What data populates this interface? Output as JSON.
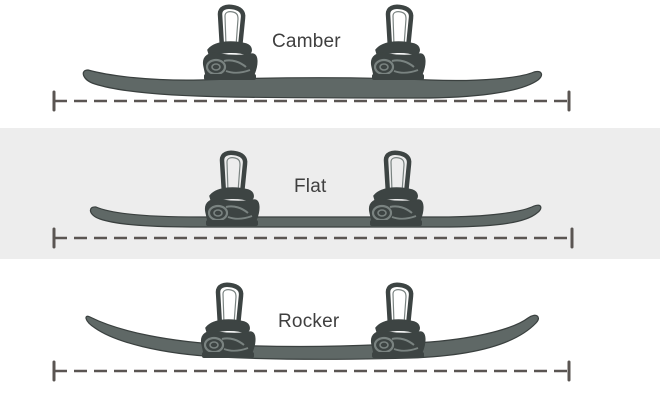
{
  "colors": {
    "board": "#5f6866",
    "board_outline": "#3a403f",
    "binding": "#3d4443",
    "binding_light": "#7a8381",
    "baseline": "#5a5552",
    "band": "#ededed",
    "label": "#3f3f3f"
  },
  "profiles": [
    {
      "label": "Camber",
      "shape": "camber"
    },
    {
      "label": "Flat",
      "shape": "flat"
    },
    {
      "label": "Rocker",
      "shape": "rocker"
    }
  ],
  "icons": [
    "binding-icon",
    "snowboard-icon",
    "baseline-dashed-icon"
  ]
}
